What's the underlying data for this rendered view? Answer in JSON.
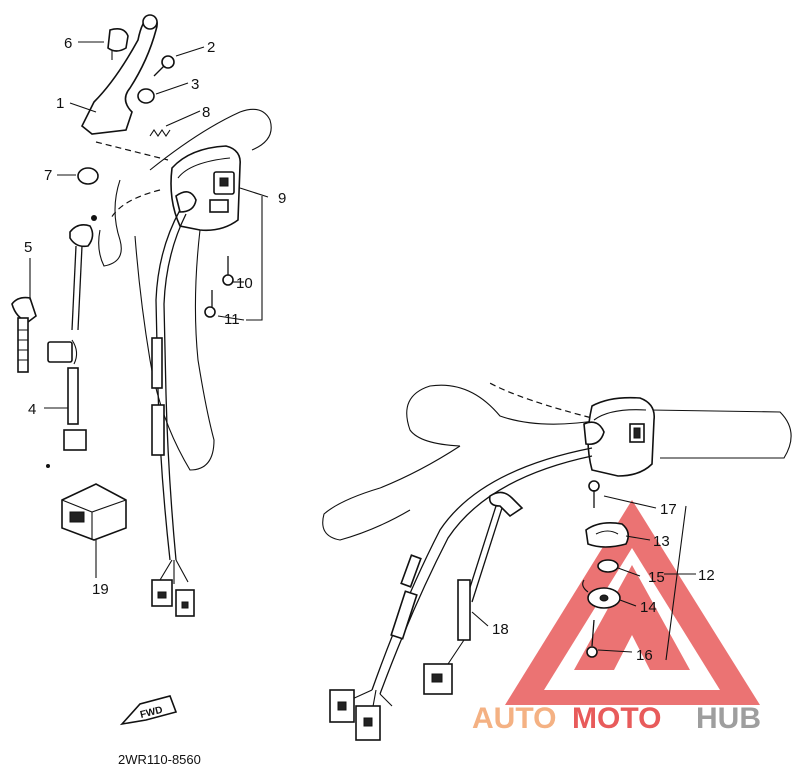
{
  "diagram": {
    "part_code": "2WR110-8560",
    "fwd_label": "FWD",
    "callouts": [
      {
        "id": "c1",
        "label": "1"
      },
      {
        "id": "c2",
        "label": "2"
      },
      {
        "id": "c3",
        "label": "3"
      },
      {
        "id": "c4",
        "label": "4"
      },
      {
        "id": "c5",
        "label": "5"
      },
      {
        "id": "c6",
        "label": "6"
      },
      {
        "id": "c7",
        "label": "7"
      },
      {
        "id": "c8",
        "label": "8"
      },
      {
        "id": "c9",
        "label": "9"
      },
      {
        "id": "c10",
        "label": "10"
      },
      {
        "id": "c11",
        "label": "11"
      },
      {
        "id": "c12",
        "label": "12"
      },
      {
        "id": "c13",
        "label": "13"
      },
      {
        "id": "c14",
        "label": "14"
      },
      {
        "id": "c15",
        "label": "15"
      },
      {
        "id": "c16",
        "label": "16"
      },
      {
        "id": "c17",
        "label": "17"
      },
      {
        "id": "c18",
        "label": "18"
      },
      {
        "id": "c19",
        "label": "19"
      }
    ]
  },
  "watermark": {
    "part1": "AUTO",
    "part2": "MOTO",
    "part3": "HUB",
    "color_primary": "#F4B183",
    "color_secondary": "#E85B5B",
    "color_dark": "#9E9E9E"
  }
}
